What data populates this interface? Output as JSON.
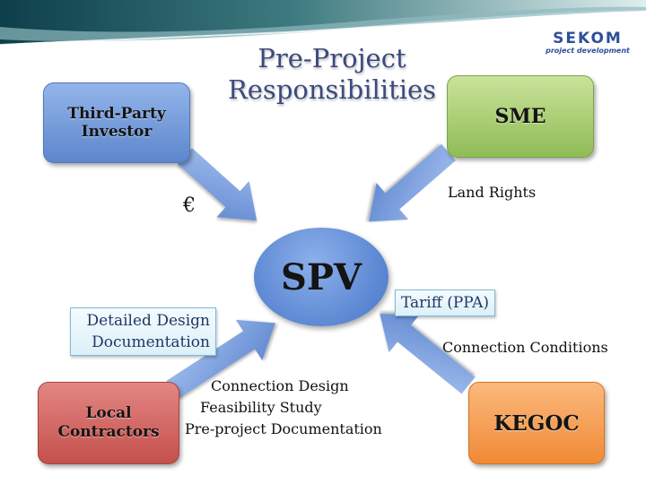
{
  "title": {
    "line1": "Pre-Project",
    "line2": "Responsibilities"
  },
  "logo": {
    "name": "SEKOM",
    "tagline": "project development"
  },
  "center": {
    "label": "SPV"
  },
  "entities": {
    "investor": {
      "line1": "Third-Party",
      "line2": "Investor",
      "color": "#6f96d8"
    },
    "sme": {
      "label": "SME",
      "color": "#a6cc6a"
    },
    "contractors": {
      "line1": "Local",
      "line2": "Contractors",
      "color": "#d0605c"
    },
    "kegoc": {
      "label": "KEGOC",
      "color": "#f59d51"
    }
  },
  "flows": {
    "investor": {
      "label": "€"
    },
    "sme": {
      "label": "Land Rights"
    },
    "contractors": {
      "callout_line1": "Detailed Design",
      "callout_line2": "Documentation",
      "items": [
        "Connection Design",
        "Feasibility Study",
        "Pre-project Documentation"
      ]
    },
    "kegoc": {
      "callout": "Tariff (PPA)",
      "label": "Connection Conditions"
    }
  },
  "colors": {
    "arrow": "#7a9fdc",
    "title": "#3b4a7e",
    "callout_border": "#7fb8d6"
  }
}
